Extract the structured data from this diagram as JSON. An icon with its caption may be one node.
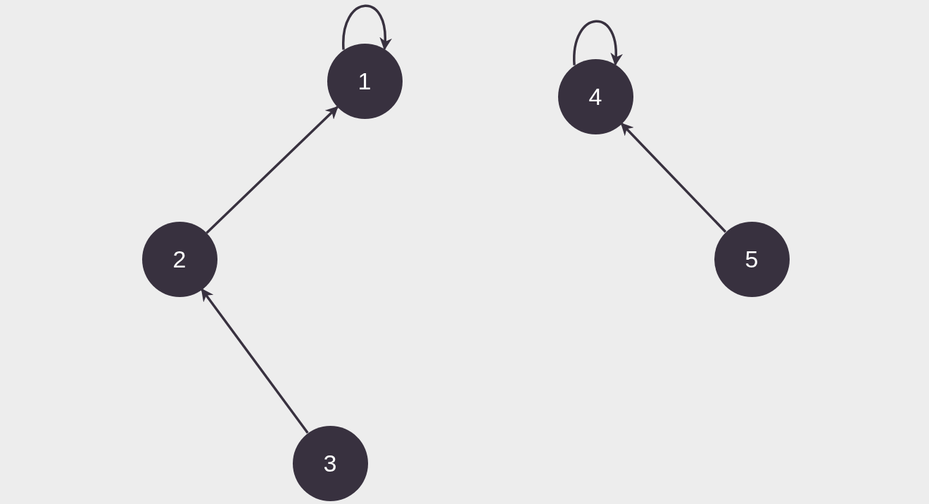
{
  "diagram": {
    "nodes": [
      {
        "text": [
          "1"
        ]
      },
      {
        "text": [
          "2"
        ]
      },
      {
        "text": [
          "3"
        ]
      },
      {
        "text": [
          "4"
        ]
      },
      {
        "text": [
          "5"
        ]
      }
    ],
    "edges": [
      {
        "from": 0,
        "to": 0,
        "arrow": "to"
      },
      {
        "from": 1,
        "to": 0,
        "arrow": "to"
      },
      {
        "from": 2,
        "to": 1,
        "arrow": "to"
      },
      {
        "from": 3,
        "to": 3,
        "arrow": "to"
      },
      {
        "from": 4,
        "to": 3,
        "arrow": "to"
      }
    ]
  }
}
